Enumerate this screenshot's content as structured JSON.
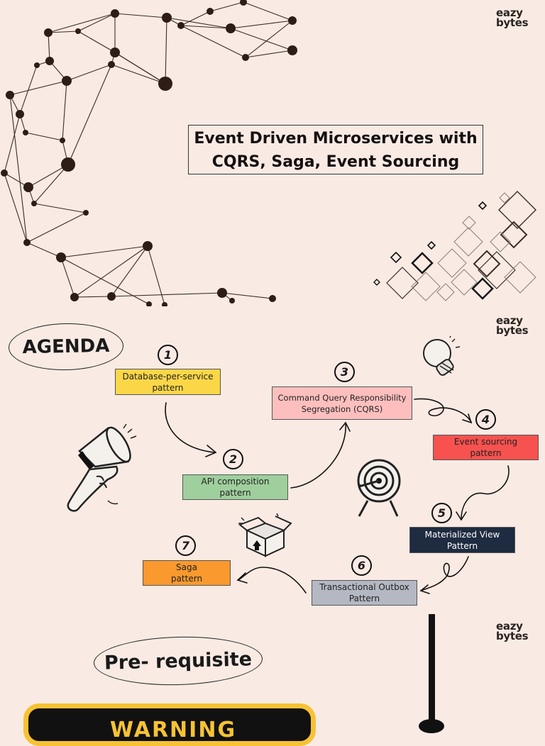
{
  "brand": {
    "line1": "eazy",
    "line2": "bytes"
  },
  "title": {
    "line1": "Event Driven Microservices with",
    "line2": "CQRS, Saga, Event Sourcing"
  },
  "agenda": {
    "heading": "AGENDA",
    "steps": [
      {
        "number": "1",
        "line1": "Database-per-service",
        "line2": "pattern",
        "color": "#fbd748"
      },
      {
        "number": "2",
        "line1": "API composition",
        "line2": "pattern",
        "color": "#9fcf9d"
      },
      {
        "number": "3",
        "line1": "Command Query Responsibility",
        "line2": "Segregation (CQRS)",
        "color": "#fcbfbe"
      },
      {
        "number": "4",
        "line1": "Event sourcing",
        "line2": "pattern",
        "color": "#f7524f"
      },
      {
        "number": "5",
        "line1": "Materialized View",
        "line2": "Pattern",
        "color": "#1e2b40"
      },
      {
        "number": "6",
        "line1": "Transactional Outbox",
        "line2": "Pattern",
        "color": "#b3b8c2"
      },
      {
        "number": "7",
        "line1": "Saga",
        "line2": "pattern",
        "color": "#f9992e"
      }
    ]
  },
  "prerequisite": {
    "heading": "Pre- requisite"
  },
  "warning": {
    "label": "WARNING"
  },
  "icons": [
    "network-icon",
    "diamond-pattern-icon",
    "megaphone-icon",
    "lightbulb-icon",
    "target-icon",
    "box-icon"
  ]
}
